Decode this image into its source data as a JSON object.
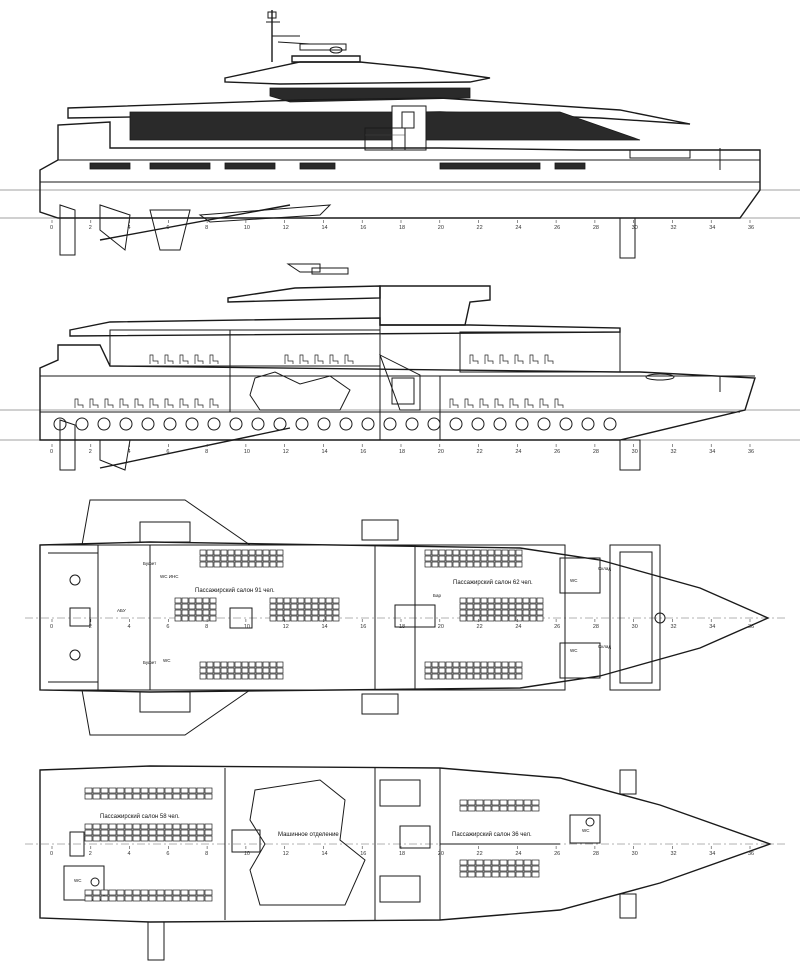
{
  "frame_numbers": [
    "0",
    "2",
    "4",
    "6",
    "8",
    "10",
    "12",
    "14",
    "16",
    "18",
    "20",
    "22",
    "24",
    "26",
    "28",
    "30",
    "32",
    "34",
    "36"
  ],
  "plan_upper": {
    "saloon_aft": "Пассажирский салон 91 чел.",
    "saloon_fwd": "Пассажирский салон 62 чел.",
    "small_labels": {
      "wc": "WC",
      "wc_hk": "WC ИНС",
      "abv": "АБУ",
      "bar": "Бар",
      "buffet": "Буфет",
      "sklad": "Склад"
    }
  },
  "plan_lower": {
    "saloon_aft": "Пассажирский салон 58 чел.",
    "engine_room": "Машинное отделение",
    "saloon_fwd": "Пассажирский салон 36 чел.",
    "small_labels": {
      "wc": "WC"
    }
  }
}
